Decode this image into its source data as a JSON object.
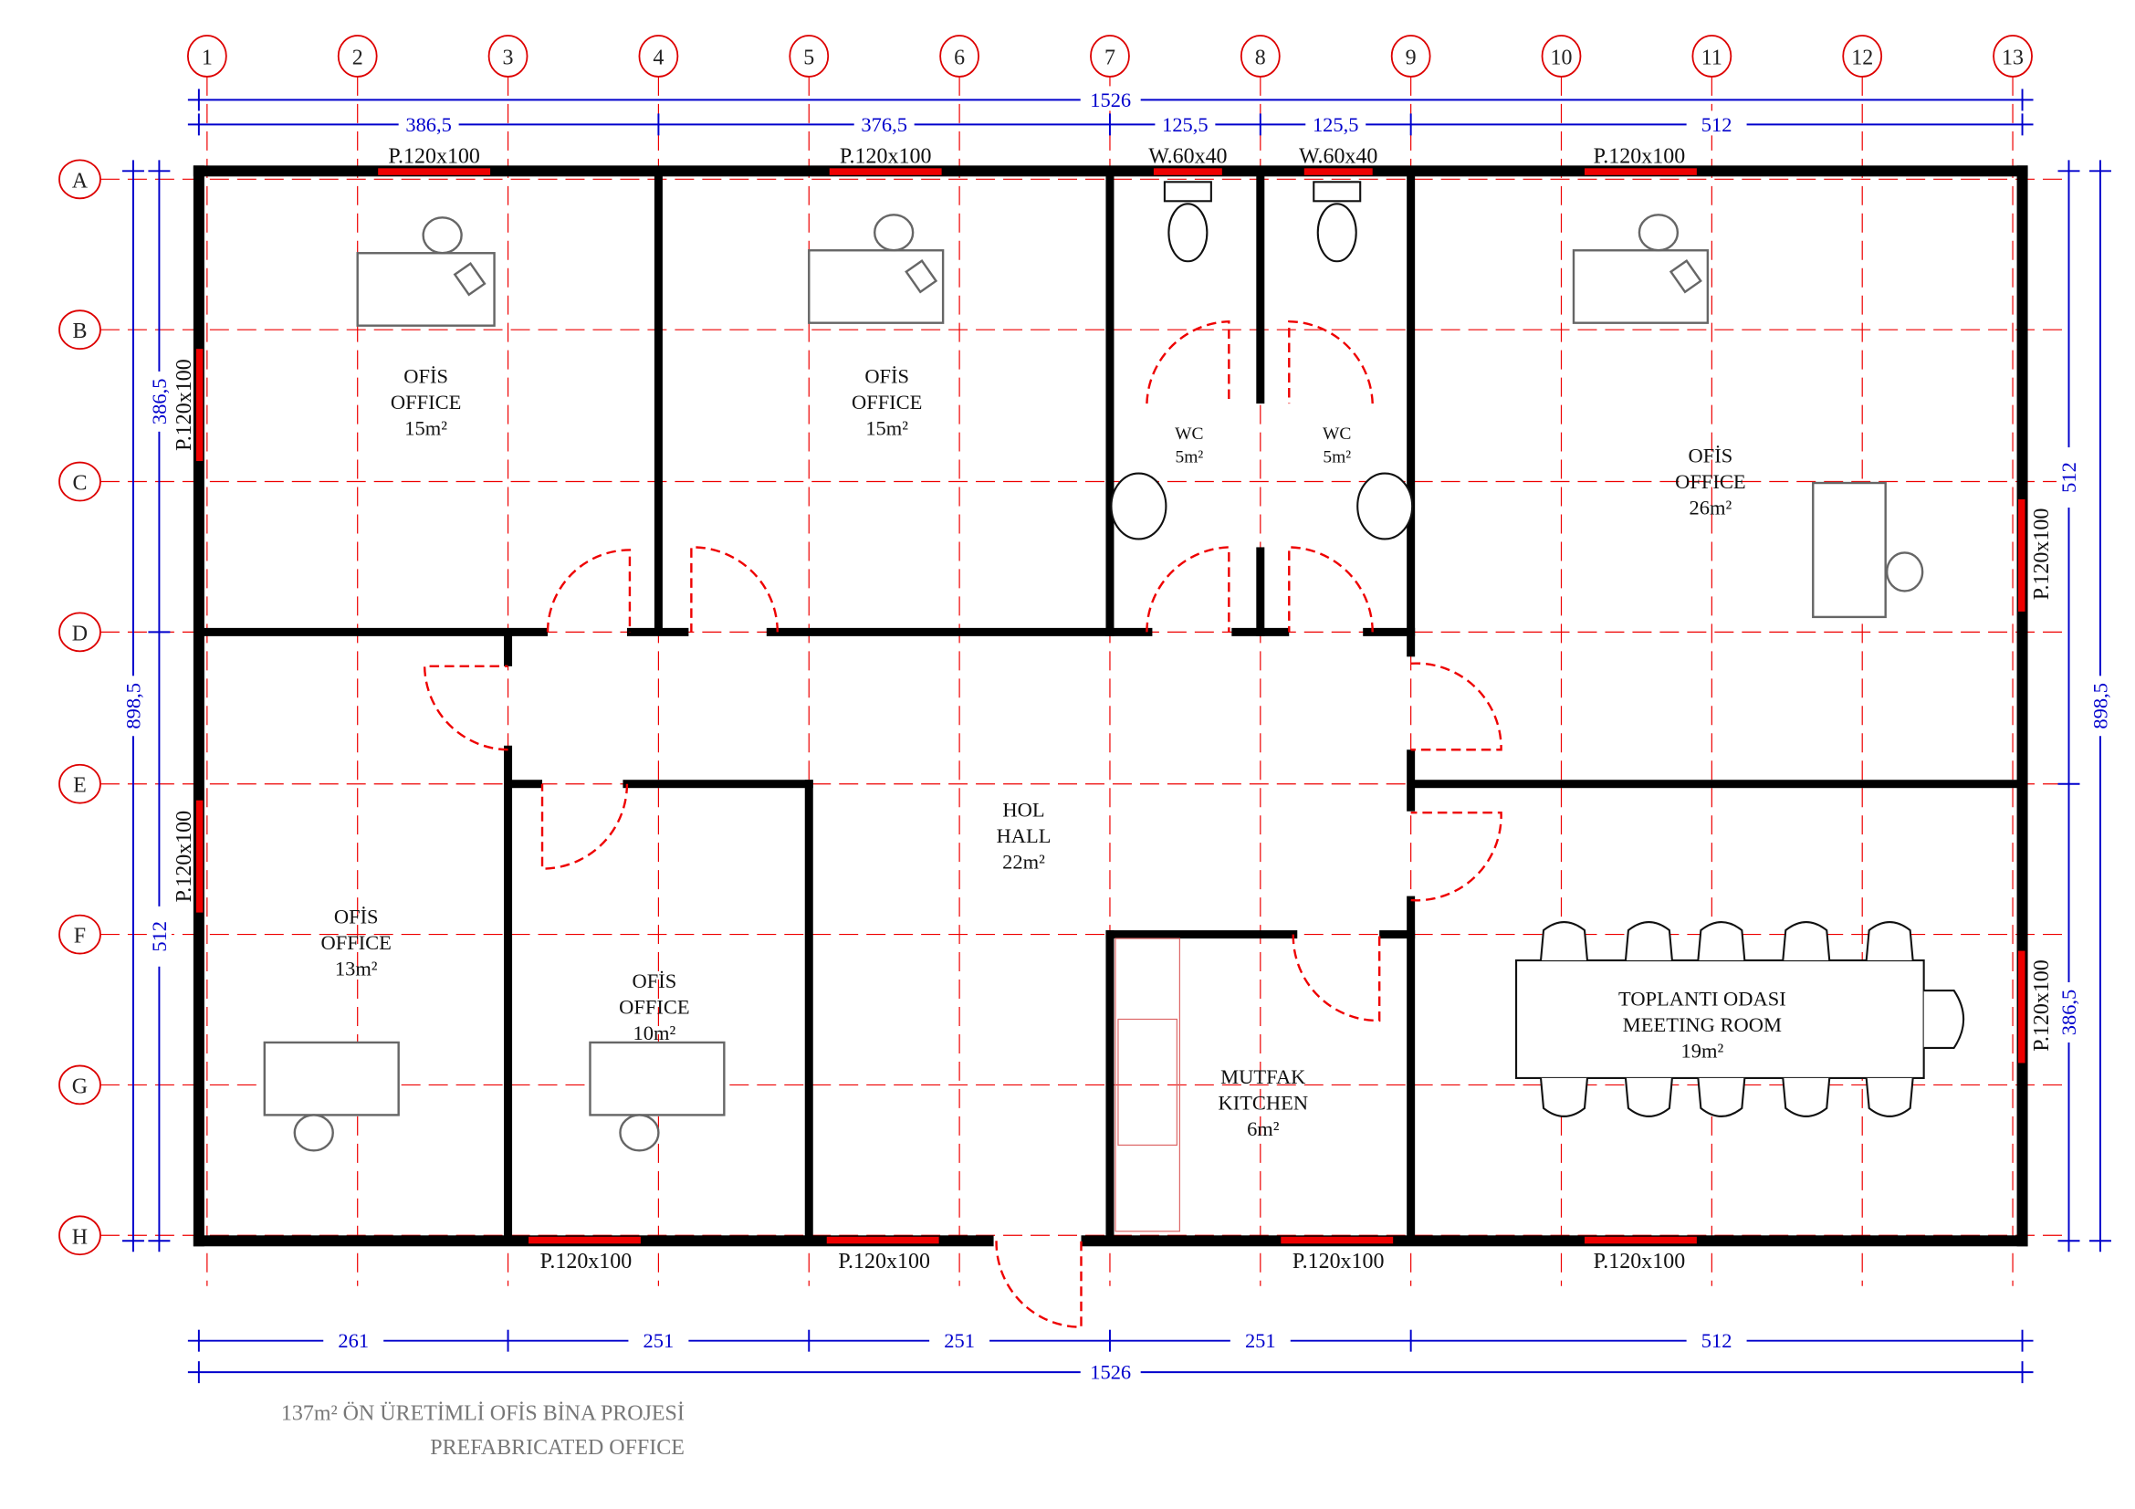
{
  "grid": {
    "columns": [
      "1",
      "2",
      "3",
      "4",
      "5",
      "6",
      "7",
      "8",
      "9",
      "10",
      "11",
      "12",
      "13"
    ],
    "rows": [
      "A",
      "B",
      "C",
      "D",
      "E",
      "F",
      "G",
      "H"
    ]
  },
  "dimensions": {
    "top_total": "1526",
    "top_segments": [
      "386,5",
      "376,5",
      "125,5",
      "125,5",
      "512"
    ],
    "bottom_segments": [
      "261",
      "251",
      "251",
      "251",
      "512"
    ],
    "bottom_total": "1526",
    "left_total": "898,5",
    "left_segments": [
      "386,5",
      "512"
    ],
    "right_segments": [
      "512",
      "386,5"
    ],
    "right_total": "898,5"
  },
  "windows": {
    "top": [
      "P.120x100",
      "P.120x100",
      "W.60x40",
      "W.60x40",
      "P.120x100"
    ],
    "bottom": [
      "P.120x100",
      "P.120x100",
      "P.120x100",
      "P.120x100"
    ],
    "left": [
      "P.120x100",
      "P.120x100"
    ],
    "right": [
      "P.120x100",
      "P.120x100"
    ]
  },
  "rooms": [
    {
      "tr": "OFİS",
      "en": "OFFICE",
      "area": "15m²"
    },
    {
      "tr": "OFİS",
      "en": "OFFICE",
      "area": "15m²"
    },
    {
      "tr": "",
      "en": "WC",
      "area": "5m²"
    },
    {
      "tr": "",
      "en": "WC",
      "area": "5m²"
    },
    {
      "tr": "OFİS",
      "en": "OFFICE",
      "area": "26m²"
    },
    {
      "tr": "HOL",
      "en": "HALL",
      "area": "22m²"
    },
    {
      "tr": "OFİS",
      "en": "OFFICE",
      "area": "13m²"
    },
    {
      "tr": "OFİS",
      "en": "OFFICE",
      "area": "10m²"
    },
    {
      "tr": "MUTFAK",
      "en": "KITCHEN",
      "area": "6m²"
    },
    {
      "tr": "TOPLANTI ODASI",
      "en": "MEETING ROOM",
      "area": "19m²"
    }
  ],
  "title": {
    "line1": "137m² ÖN ÜRETİMLİ OFİS BİNA PROJESİ",
    "line2": "PREFABRICATED OFFICE"
  },
  "colors": {
    "grid": "#ee0000",
    "dimension": "#0000cc",
    "wall": "#000000",
    "window": "#ee0000"
  }
}
